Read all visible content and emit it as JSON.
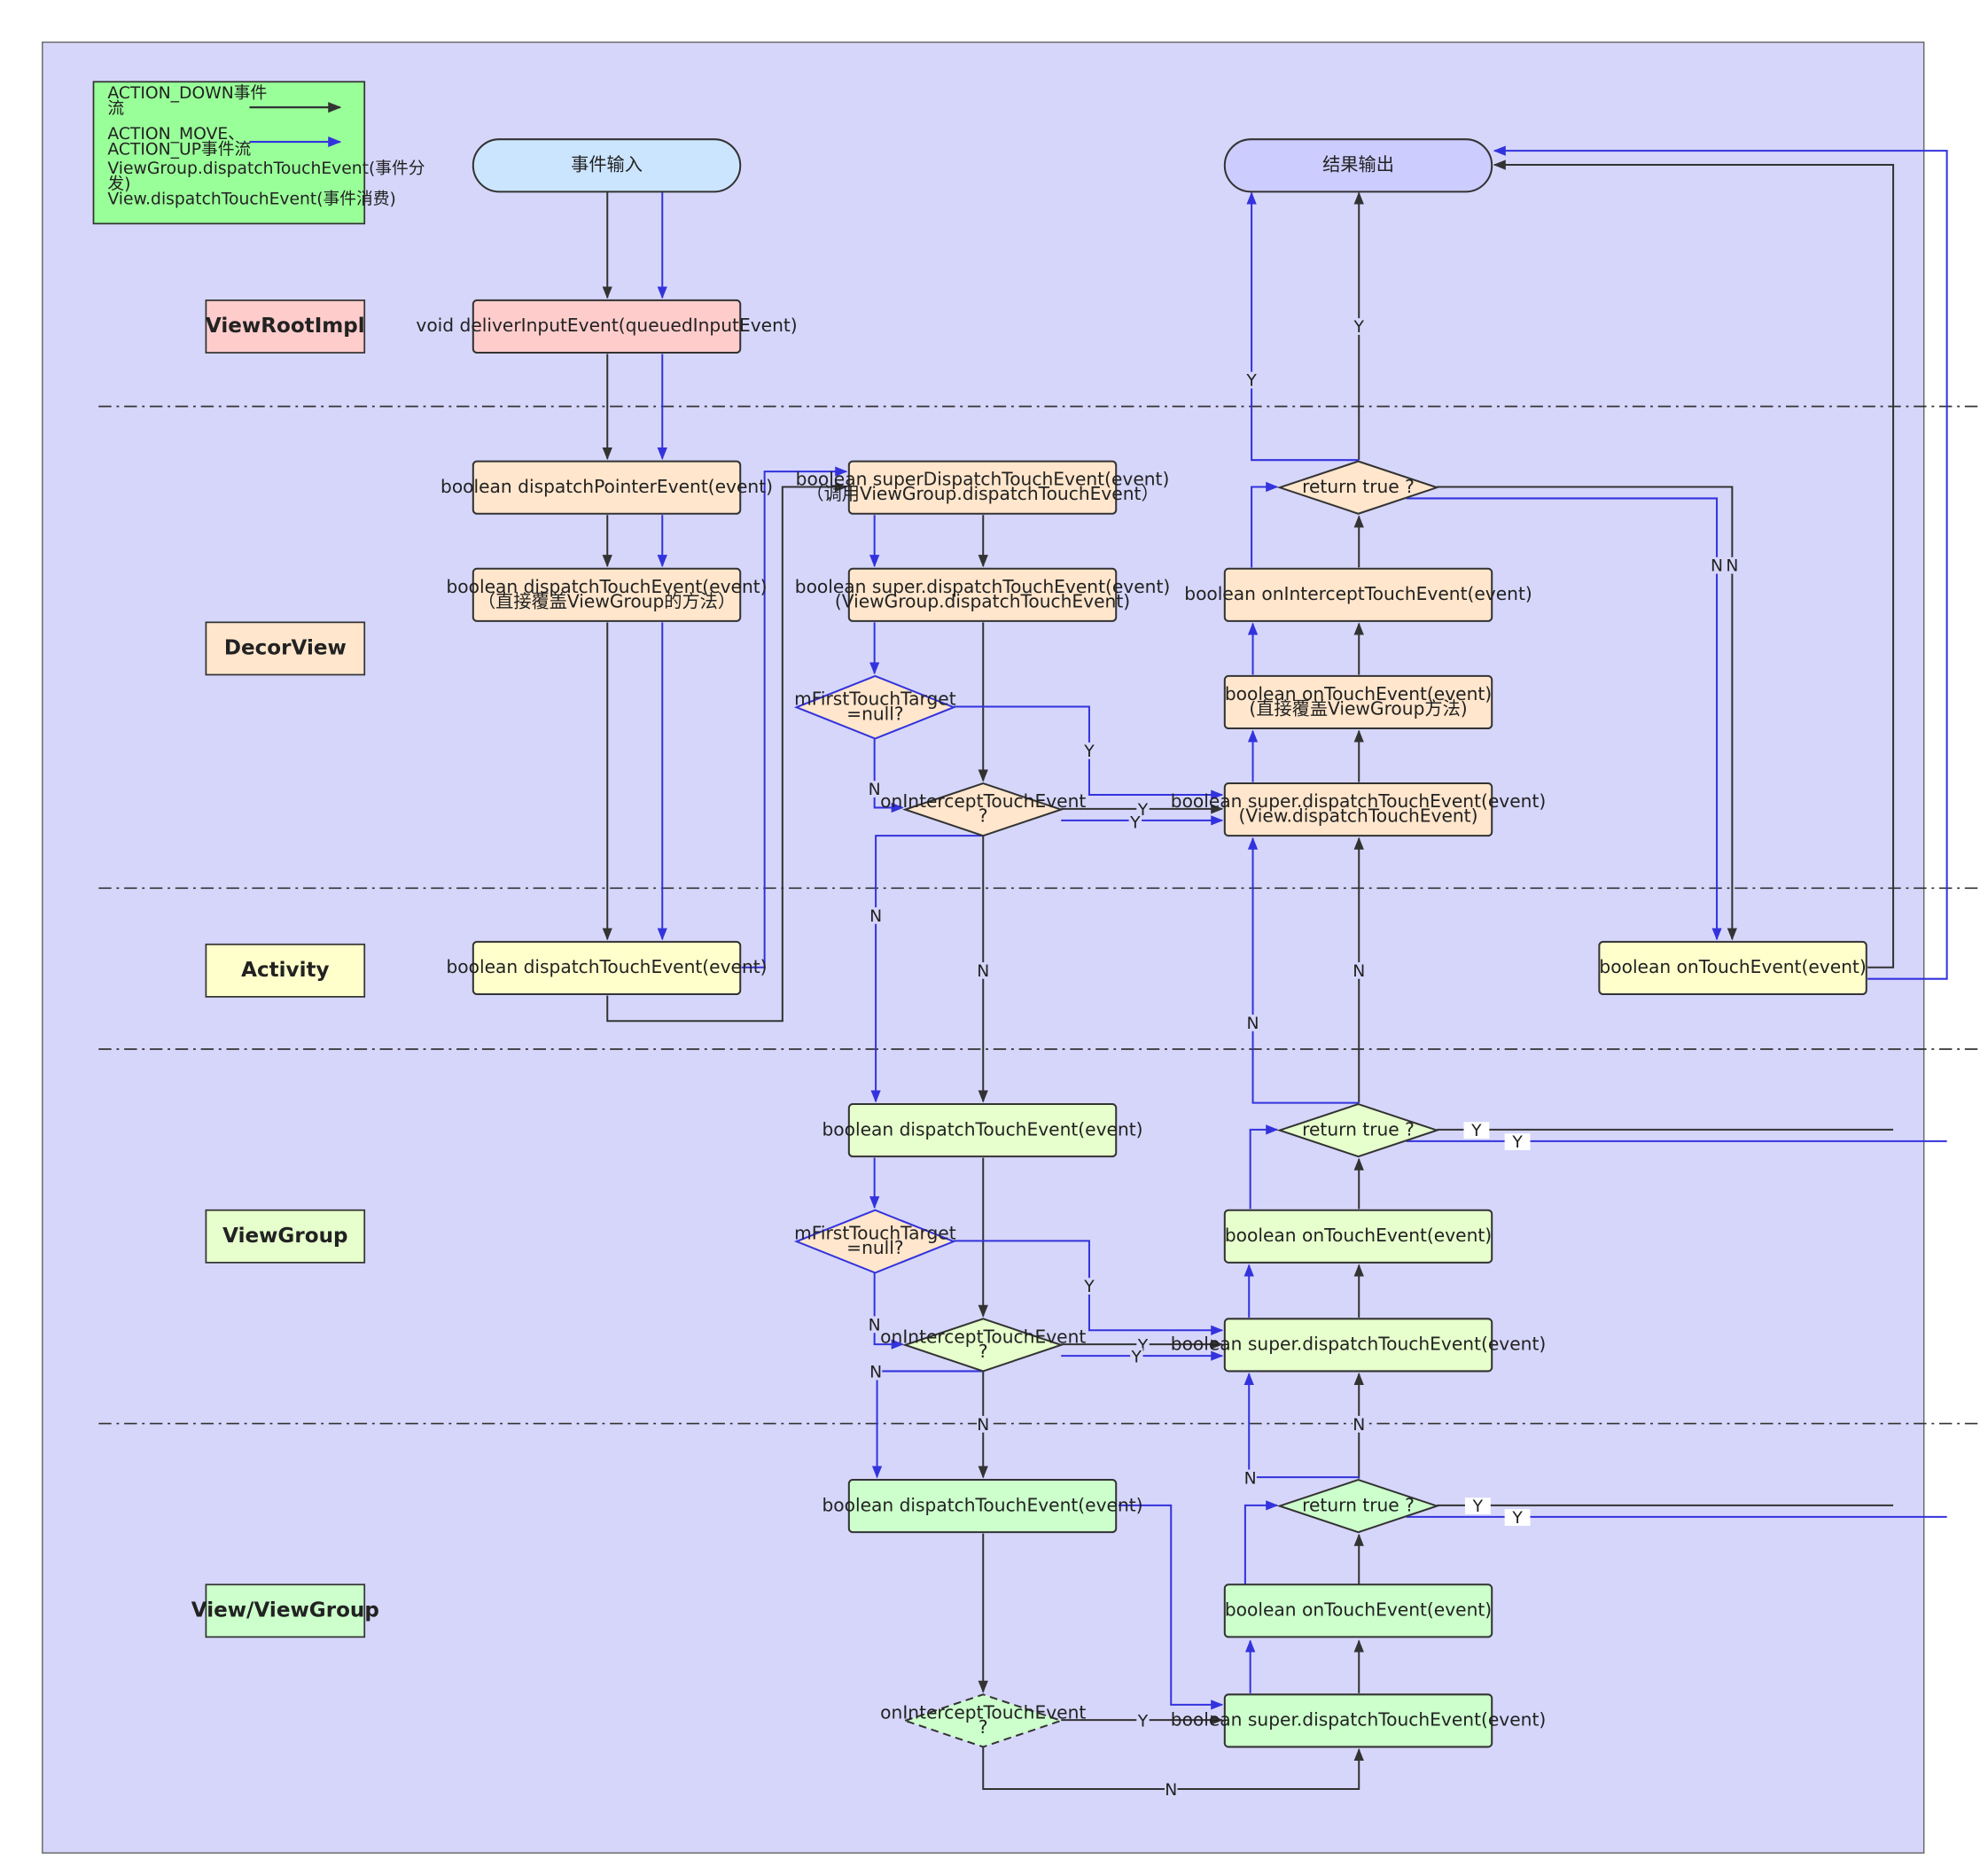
{
  "colors": {
    "background": "#d6d6fb",
    "black_flow": "#333333",
    "blue_flow": "#3333dd",
    "legend_fill": "#99ff99",
    "input_fill": "#cce5ff",
    "output_fill": "#ccccff",
    "viewrootimpl_fill": "#ffcccc",
    "decorview_fill": "#ffe6cc",
    "activity_fill": "#ffffcc",
    "viewgroup_fill": "#e6ffcc",
    "view_fill": "#ccffcc"
  },
  "legend": {
    "down_flow": [
      "ACTION_DOWN事件",
      "流"
    ],
    "move_up_flow": [
      "ACTION_MOVE、",
      "ACTION_UP事件流"
    ],
    "viewgroup_dispatch": [
      "ViewGroup.dispatchTouchEvent(事件分",
      "发)"
    ],
    "view_dispatch": [
      "View.dispatchTouchEvent(事件消费)"
    ]
  },
  "lanes": {
    "viewrootimpl": "ViewRootImpl",
    "decorview": "DecorView",
    "activity": "Activity",
    "viewgroup": "ViewGroup",
    "view": "View/ViewGroup"
  },
  "nodes": {
    "input": [
      "事件输入"
    ],
    "output": [
      "结果输出"
    ],
    "deliver": [
      "void deliverInputEvent(queuedInputEvent)"
    ],
    "dispatch_pointer": [
      "boolean dispatchPointerEvent(event)"
    ],
    "decor_dispatch": [
      "boolean dispatchTouchEvent(event)",
      "（直接覆盖ViewGroup的方法）"
    ],
    "super_dispatch_decor": [
      "boolean superDispatchTouchEvent(event)",
      "（调用ViewGroup.dispatchTouchEvent）"
    ],
    "vg_super_dispatch": [
      "boolean super.dispatchTouchEvent(event)",
      "(ViewGroup.dispatchTouchEvent)"
    ],
    "mfirst_1": [
      "mFirstTouchTarget",
      "=null?"
    ],
    "intercept_1": [
      "onInterceptTouchEvent",
      "?"
    ],
    "view_super_dispatch_decor": [
      "boolean super.dispatchTouchEvent(event)",
      "(View.dispatchTouchEvent)"
    ],
    "decor_ontouch": [
      "boolean onTouchEvent(event)",
      "(直接覆盖ViewGroup方法)"
    ],
    "decor_onintercept": [
      "boolean onInterceptTouchEvent(event)"
    ],
    "return_true_1": [
      "return true ?"
    ],
    "activity_dispatch": [
      "boolean dispatchTouchEvent(event)"
    ],
    "activity_ontouch": [
      "boolean onTouchEvent(event)"
    ],
    "vg_dispatch": [
      "boolean dispatchTouchEvent(event)"
    ],
    "mfirst_2": [
      "mFirstTouchTarget",
      "=null?"
    ],
    "intercept_2": [
      "onInterceptTouchEvent",
      "?"
    ],
    "vg_super": [
      "boolean super.dispatchTouchEvent(event)"
    ],
    "vg_ontouch": [
      "boolean onTouchEvent(event)"
    ],
    "return_true_2": [
      "return true ?"
    ],
    "v_dispatch": [
      "boolean dispatchTouchEvent(event)"
    ],
    "intercept_3": [
      "onInterceptTouchEvent",
      "?"
    ],
    "v_super": [
      "boolean super.dispatchTouchEvent(event)"
    ],
    "v_ontouch": [
      "boolean onTouchEvent(event)"
    ],
    "return_true_3": [
      "return true ?"
    ]
  },
  "edge_labels": {
    "yes": "Y",
    "no": "N"
  }
}
